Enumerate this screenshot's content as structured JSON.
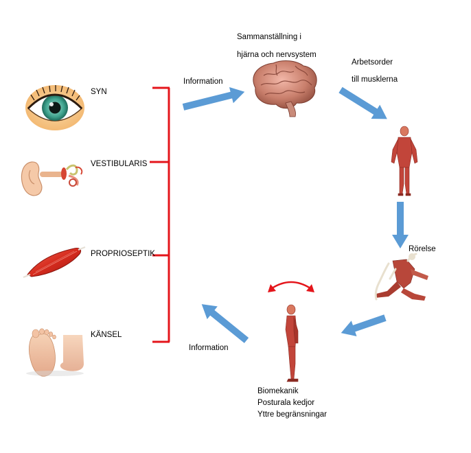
{
  "senses": {
    "syn": "SYN",
    "vestibularis": "VESTIBULARIS",
    "proprioseptik": "PROPRIOSEPTIK",
    "kansel": "KÄNSEL"
  },
  "flow": {
    "info_top": "Information",
    "brain_line1": "Sammanställning i",
    "brain_line2": "hjärna och nervsystem",
    "orders_line1": "Arbetsorder",
    "orders_line2": "till musklerna",
    "movement": "Rörelse",
    "info_bottom": "Information"
  },
  "body_factors": [
    "Biomekanik",
    "Posturala kedjor",
    "Yttre begränsningar"
  ],
  "colors": {
    "bracket": "#e4151b",
    "arrow": "#5b9bd5",
    "balance_arrow": "#e4151b"
  }
}
